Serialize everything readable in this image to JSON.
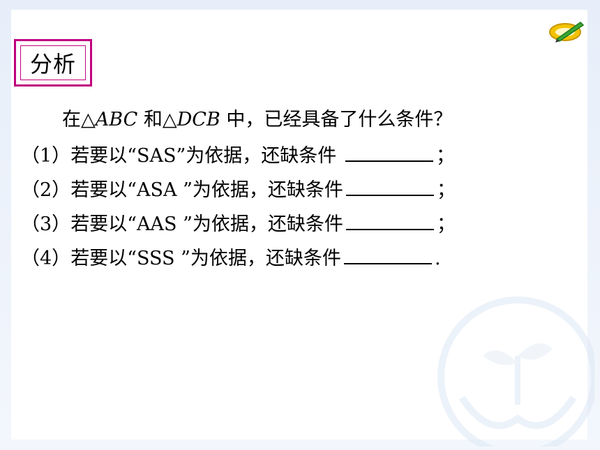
{
  "header": {
    "badge_label": "分析"
  },
  "question": {
    "lead": "在△",
    "tri1": "ABC",
    "mid": " 和△",
    "tri2": "DCB",
    "tail": " 中，已经具备了什么条件？"
  },
  "items": [
    {
      "num": "（1）",
      "prefix": "若要以“",
      "basis": "SAS",
      "suffix": "”为依据，还缺条件 ",
      "end": "；"
    },
    {
      "num": "（2）",
      "prefix": "若要以“",
      "basis": "ASA ",
      "suffix": "”为依据，还缺条件",
      "end": "；"
    },
    {
      "num": "（3）",
      "prefix": "若要以“",
      "basis": "AAS ",
      "suffix": "”为依据，还缺条件",
      "end": "；"
    },
    {
      "num": "（4）",
      "prefix": "若要以“",
      "basis": "SSS ",
      "suffix": "”为依据，还缺条件",
      "end": "."
    }
  ],
  "icons": {
    "logo": "pencil-logo-icon",
    "watermark": "hands-plant-watermark-icon"
  },
  "colors": {
    "accent": "#c0007f",
    "background": "#e7eef9"
  }
}
